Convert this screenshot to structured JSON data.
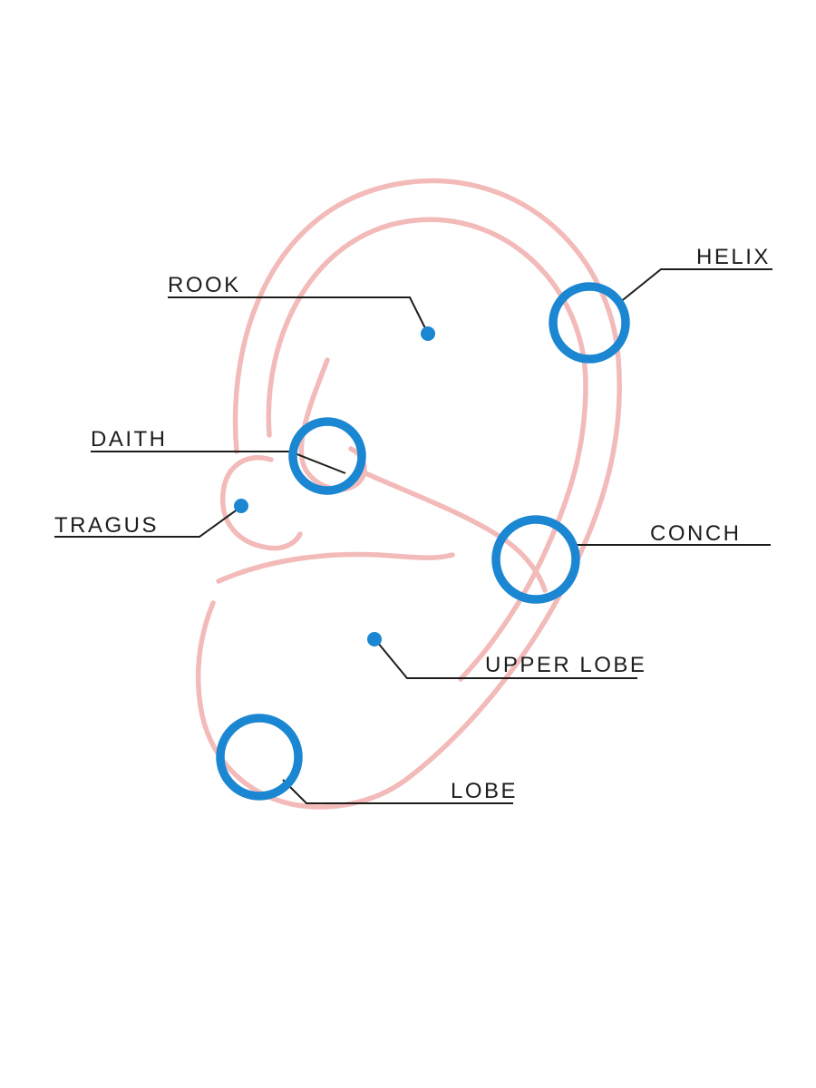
{
  "diagram_type": "ear-piercing-location-chart",
  "colors": {
    "ear_outline": "#F2BBB9",
    "accent": "#1B86D1",
    "leader": "#1D1D1B",
    "label_text": "#1D1D1B",
    "background": "#FFFFFF"
  },
  "piercings": [
    {
      "label": "HELIX",
      "marker": "ring"
    },
    {
      "label": "ROOK",
      "marker": "dot"
    },
    {
      "label": "DAITH",
      "marker": "ring"
    },
    {
      "label": "TRAGUS",
      "marker": "dot"
    },
    {
      "label": "CONCH",
      "marker": "ring"
    },
    {
      "label": "UPPER LOBE",
      "marker": "dot"
    },
    {
      "label": "LOBE",
      "marker": "ring"
    }
  ]
}
